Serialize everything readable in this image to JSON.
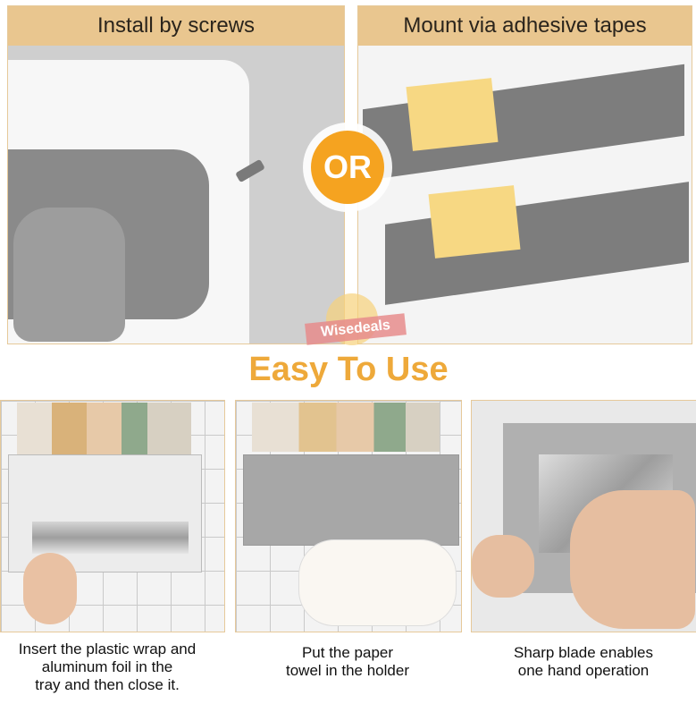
{
  "top_panels": [
    {
      "heading": "Install by screws"
    },
    {
      "heading": "Mount via adhesive tapes"
    }
  ],
  "or_badge": {
    "label": "OR",
    "color": "#f5a320"
  },
  "tagline": {
    "text": "Easy To Use",
    "color": "#eea93a"
  },
  "watermark": "Wisedeals",
  "bottom_captions": [
    {
      "lines": [
        "Insert the plastic wrap and",
        "aluminum foil in the",
        "tray and then close it."
      ]
    },
    {
      "lines": [
        "Put the paper",
        "towel in the holder"
      ]
    },
    {
      "lines": [
        "Sharp blade enables",
        "one hand operation"
      ]
    }
  ],
  "colors": {
    "header_band": "#e9c68f",
    "panel_border": "#e6c99a",
    "tape": "#f7d883"
  }
}
